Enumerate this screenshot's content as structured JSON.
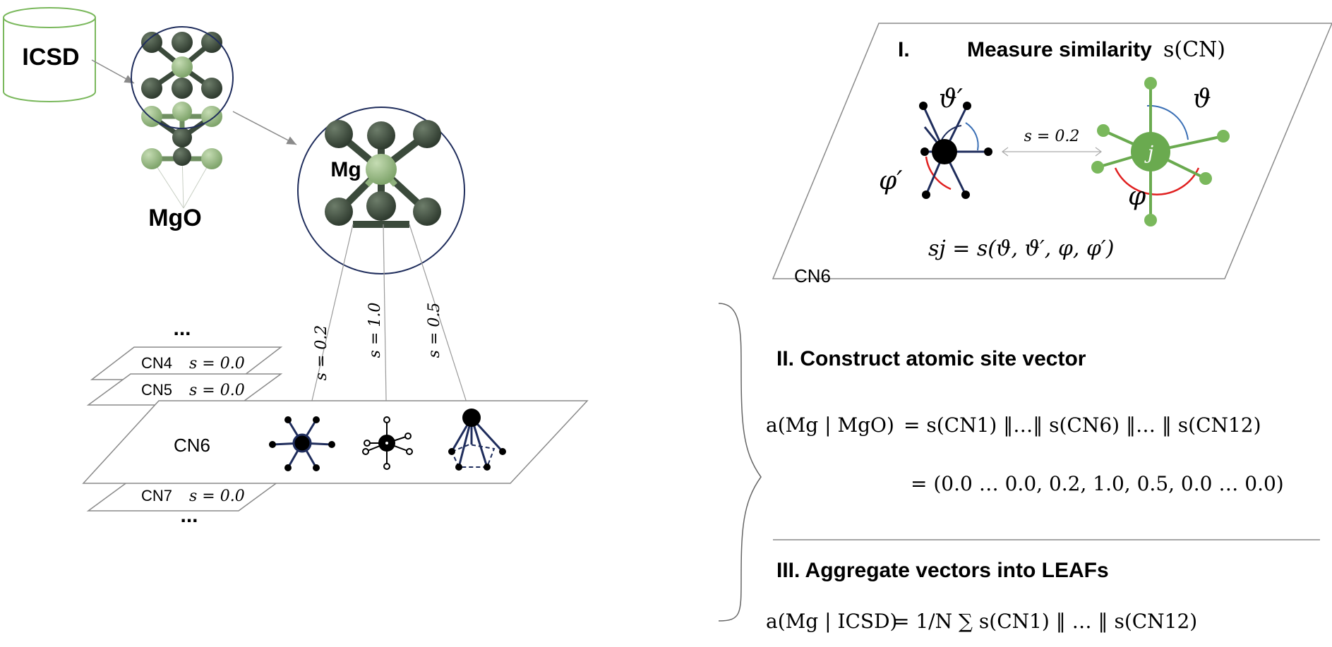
{
  "database_label": "ICSD",
  "compound_label": "MgO",
  "atom_label": "Mg",
  "link_similarities": [
    "s = 0.2",
    "s = 1.0",
    "s = 0.5"
  ],
  "dots_top": "...",
  "dots_bottom": "...",
  "planes": {
    "cn4": {
      "label": "CN4",
      "value": "s = 0.0"
    },
    "cn5": {
      "label": "CN5",
      "value": "s = 0.0"
    },
    "cn6": {
      "label": "CN6"
    },
    "cn7": {
      "label": "CN7",
      "value": "s = 0.0"
    }
  },
  "step1": {
    "numeral": "I.",
    "title": "Measure similarity",
    "title_math": "s(CN)",
    "theta_prime": "ϑ′",
    "phi_prime": "φ′",
    "theta": "ϑ",
    "phi": "φ",
    "center_j": "j",
    "similarity": "s = 0.2",
    "formula": "sj = s(ϑ, ϑ′, φ, φ′)",
    "plane_label": "CN6"
  },
  "step2": {
    "title": "II. Construct atomic site vector",
    "eq1_lhs": "a(Mg | MgO)",
    "eq1_rhs": "= s(CN1) ‖…‖ s(CN6) ‖… ‖ s(CN12)",
    "eq2_rhs": "= (0.0 … 0.0, 0.2, 1.0, 0.5, 0.0 … 0.0)"
  },
  "step3": {
    "title": "III. Aggregate vectors into LEAFs",
    "eq_lhs": "a(Mg | ICSD)",
    "eq_rhs": "= 1/N ∑ s(CN1) ‖ … ‖ s(CN12)"
  },
  "colors": {
    "dark_atom": "#3b4a3b",
    "light_atom": "#8fb07c",
    "green": "#6aaa4f",
    "navy": "#1f2d5c",
    "red": "#e02020",
    "blue": "#3a6fb5"
  }
}
